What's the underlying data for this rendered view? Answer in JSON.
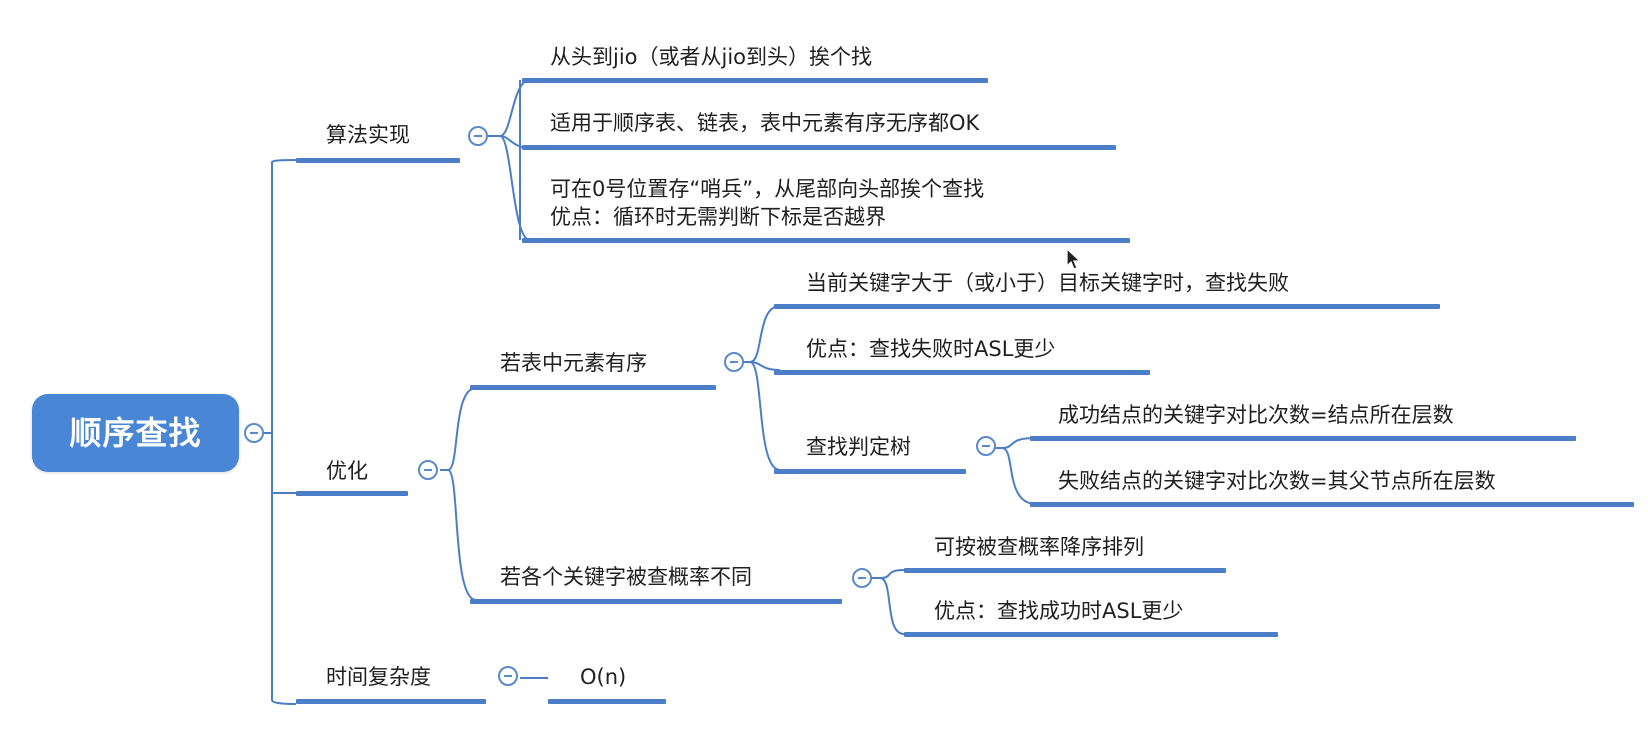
{
  "root": {
    "label": "顺序查找"
  },
  "branches": {
    "algorithm": {
      "label": "算法实现",
      "items": [
        "从头到jio（或者从jio到头）挨个找",
        "适用于顺序表、链表，表中元素有序无序都OK",
        [
          "可在0号位置存“哨兵”，从尾部向头部挨个查找",
          "优点：循环时无需判断下标是否越界"
        ]
      ]
    },
    "optimize": {
      "label": "优化",
      "ordered": {
        "label": "若表中元素有序",
        "items": [
          "当前关键字大于（或小于）目标关键字时，查找失败",
          "优点：查找失败时ASL更少"
        ],
        "tree": {
          "label": "查找判定树",
          "items": [
            "成功结点的关键字对比次数=结点所在层数",
            "失败结点的关键字对比次数=其父节点所在层数"
          ]
        }
      },
      "probability": {
        "label": "若各个关键字被查概率不同",
        "items": [
          "可按被查概率降序排列",
          "优点：查找成功时ASL更少"
        ]
      }
    },
    "complexity": {
      "label": "时间复杂度",
      "value": "O(n)"
    }
  },
  "colors": {
    "line": "#4c7ec8",
    "root_fill": "#4a86d6",
    "annotation": "#e0202a"
  }
}
